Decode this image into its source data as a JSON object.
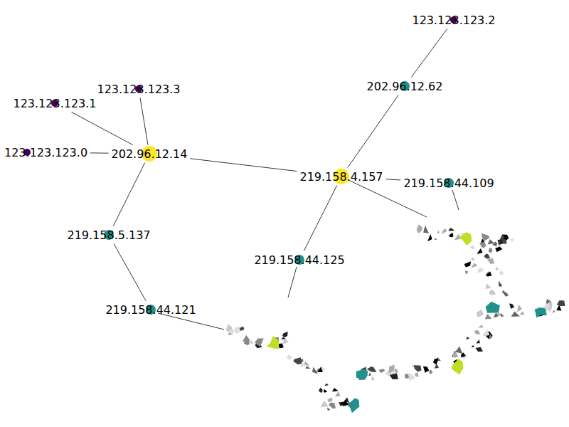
{
  "diagram": {
    "nodes": [
      {
        "text": [
          "123.123.123.2"
        ]
      },
      {
        "text": [
          "202.96.12.62"
        ]
      },
      {
        "text": [
          "123.123.123.3"
        ]
      },
      {
        "text": [
          "123.123.123.1"
        ]
      },
      {
        "text": [
          "123.123.123.0"
        ]
      },
      {
        "text": [
          "202.96.12.14"
        ]
      },
      {
        "text": [
          "219.158.4.157"
        ]
      },
      {
        "text": [
          "219.158.44.109"
        ]
      },
      {
        "text": [
          "219.158.5.137"
        ]
      },
      {
        "text": [
          "219.158.44.125"
        ]
      },
      {
        "text": [
          "219.158.44.121"
        ]
      }
    ],
    "edges": [
      {
        "from": 5,
        "to": 2,
        "arrow": "none"
      },
      {
        "from": 5,
        "to": 3,
        "arrow": "none"
      },
      {
        "from": 5,
        "to": 4,
        "arrow": "none"
      },
      {
        "from": 5,
        "to": 8,
        "arrow": "none"
      },
      {
        "from": 5,
        "to": 6,
        "arrow": "none"
      },
      {
        "from": 8,
        "to": 10,
        "arrow": "none"
      },
      {
        "from": 6,
        "to": 1,
        "arrow": "none"
      },
      {
        "from": 6,
        "to": 7,
        "arrow": "none"
      },
      {
        "from": 6,
        "to": 9,
        "arrow": "none"
      },
      {
        "from": 1,
        "to": 0,
        "arrow": "none"
      }
    ]
  }
}
